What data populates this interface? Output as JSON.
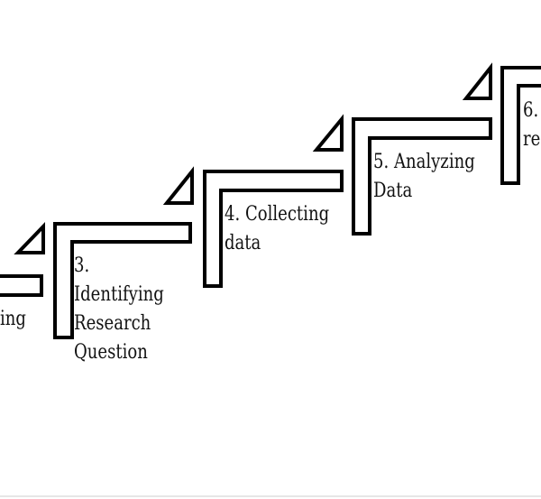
{
  "steps": [
    {
      "id": "s2",
      "lines": [
        "ing"
      ]
    },
    {
      "id": "s3",
      "lines": [
        "3.",
        "Identifying",
        "Research",
        "Question"
      ]
    },
    {
      "id": "s4",
      "lines": [
        "4. Collecting",
        "data"
      ]
    },
    {
      "id": "s5",
      "lines": [
        "5. Analyzing",
        "Data"
      ]
    },
    {
      "id": "s6",
      "lines": [
        "6.",
        "re"
      ]
    }
  ],
  "colors": {
    "stroke": "#000000",
    "fill": "#ffffff",
    "text": "#111111"
  }
}
